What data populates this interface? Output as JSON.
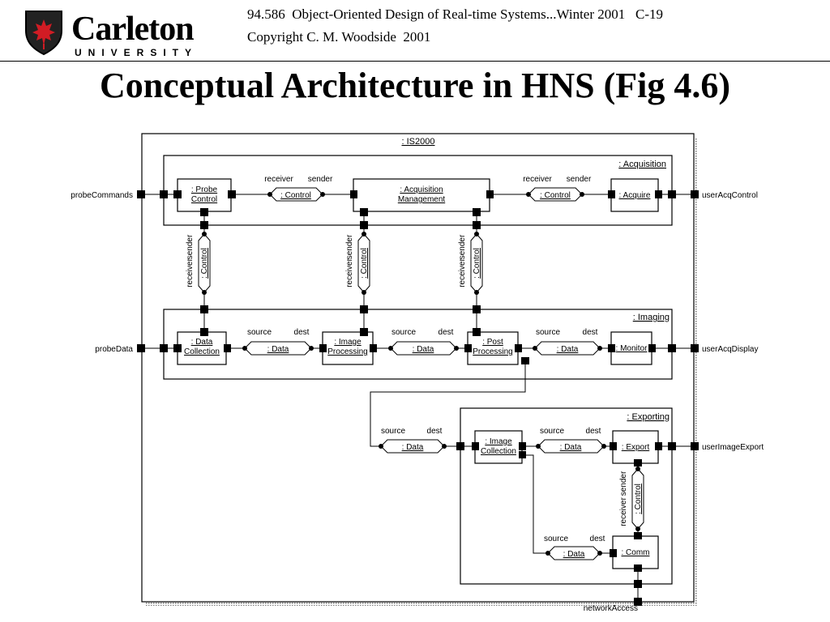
{
  "header": {
    "logo_word": "Carleton",
    "logo_sub": "UNIVERSITY",
    "course": "94.586  Object-Oriented Design of Real-time Systems...Winter 2001   C-19",
    "copyright": "Copyright C. M. Woodside  2001"
  },
  "slide": {
    "title": "Conceptual Architecture in HNS (Fig 4.6)"
  },
  "diagram": {
    "system": ": IS2000",
    "groups": {
      "acquisition": ": Acquisition",
      "imaging": ": Imaging",
      "exporting": ": Exporting"
    },
    "capsules": {
      "probe_control": [
        ": Probe",
        "Control"
      ],
      "acq_mgmt": [
        ": Acquisition",
        "Management"
      ],
      "acquire": ": Acquire",
      "data_collection": [
        ": Data",
        "Collection"
      ],
      "image_processing": [
        ": Image",
        "Processing"
      ],
      "post_processing": [
        ": Post",
        "Processing"
      ],
      "monitor": ": Monitor",
      "image_collection": [
        ": Image",
        "Collection"
      ],
      "export": ": Export",
      "comm": ": Comm"
    },
    "protocols": {
      "control": ": Control",
      "data": ": Data"
    },
    "roles": {
      "receiver": "receiver",
      "sender": "sender",
      "source": "source",
      "dest": "dest"
    },
    "ports": {
      "probeCommands": "probeCommands",
      "userAcqControl": "userAcqControl",
      "probeData": "probeData",
      "userAcqDisplay": "userAcqDisplay",
      "userImageExport": "userImageExport",
      "networkAccess": "networkAccess"
    }
  }
}
